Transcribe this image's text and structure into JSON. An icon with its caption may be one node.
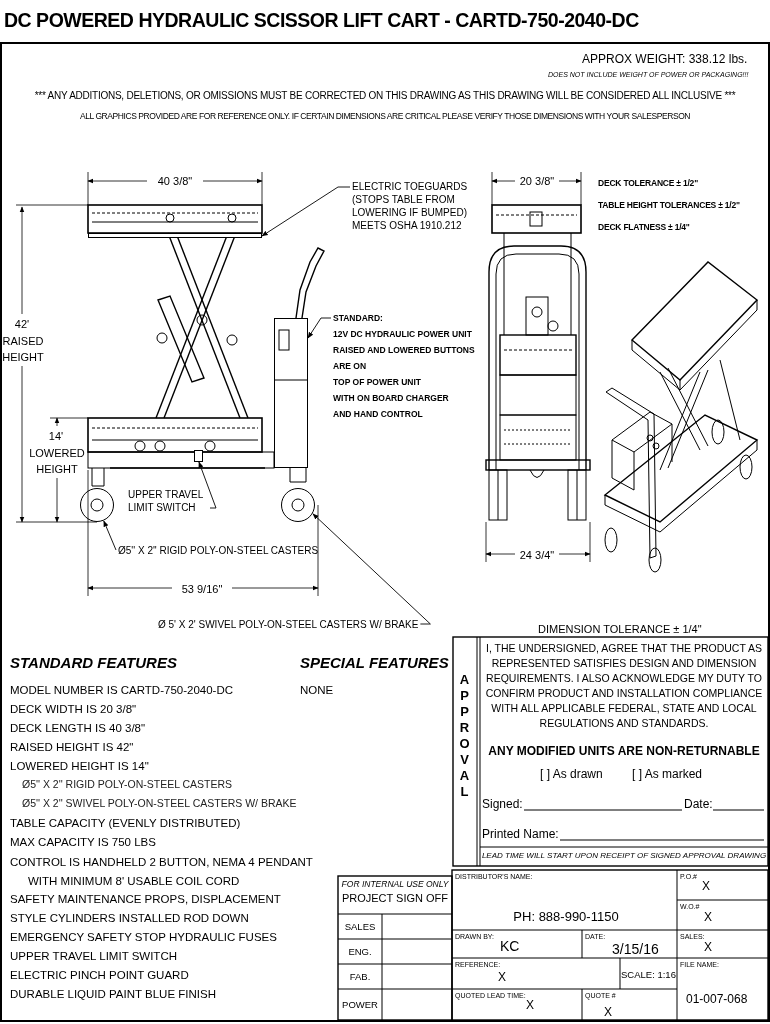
{
  "diagram": {
    "title": "DC POWERED HYDRAULIC SCISSOR LIFT CART - CARTD-750-2040-DC",
    "nodes": [
      {
        "text": [
          "ELECTRIC TOEGUARDS (STOPS TABLE FROM LOWERING IF BUMPED) MEETS OSHA 1910.212"
        ]
      },
      {
        "text": [
          "STANDARD:",
          "12V DC HYDRAULIC POWER UNIT",
          "RAISED AND LOWERED BUTTONS ARE ON",
          "TOP OF POWER UNIT",
          "WITH ON BOARD CHARGER",
          "AND HAND CONTROL"
        ]
      },
      {
        "text": [
          "UPPER TRAVEL LIMIT SWITCH"
        ]
      },
      {
        "text": [
          "Ø5'' X 2'' RIGID POLY-ON-STEEL CASTERS"
        ]
      },
      {
        "text": [
          "Ø 5' X 2' SWIVEL POLY-ON-STEEL CASTERS W/ BRAKE"
        ]
      },
      {
        "text": [],
        "shape": "bar"
      },
      {
        "text": [],
        "shape": "box"
      },
      {
        "text": [],
        "shape": "box"
      },
      {
        "text": [],
        "shape": "circle"
      },
      {
        "text": [],
        "shape": "circle"
      }
    ],
    "edges": [
      {
        "from": 0,
        "to": 5,
        "arrow": "to"
      },
      {
        "from": 1,
        "to": 6,
        "arrow": "to"
      },
      {
        "from": 2,
        "to": 7,
        "arrow": "to"
      },
      {
        "from": 3,
        "to": 8,
        "arrow": "to"
      },
      {
        "from": 4,
        "to": 9,
        "arrow": "to"
      }
    ],
    "labels": [
      "APPROX WEIGHT: 338.12 lbs.",
      "DOES NOT INCLUDE WEIGHT OF POWER OR PACKAGING!!!",
      "*** ANY ADDITIONS, DELETIONS, OR OMISSIONS MUST BE CORRECTED ON THIS DRAWING AS THIS DRAWING WILL BE CONSIDERED ALL INCLUSIVE ***",
      "ALL GRAPHICS PROVIDED ARE FOR REFERENCE ONLY. IF CERTAIN DIMENSIONS ARE CRITICAL PLEASE VERIFY THOSE DIMENSIONS WITH YOUR SALESPERSON",
      "40 3/8\"",
      "20 3/8\"",
      "DECK TOLERANCE ± 1/2\"",
      "TABLE HEIGHT TOLERANCES ± 1/2\"",
      "DECK FLATNESS ± 1/4\"",
      "42'",
      "RAISED HEIGHT",
      "14'",
      "LOWERED HEIGHT",
      "53 9/16\"",
      "24 3/4\"",
      "DIMENSION TOLERANCE ± 1/4\"",
      "STANDARD FEATURES",
      "SPECIAL FEATURES",
      "MODEL NUMBER IS CARTD-750-2040-DC",
      "NONE",
      "DECK WIDTH IS 20 3/8\"",
      "DECK LENGTH IS 40 3/8\"",
      "RAISED HEIGHT IS 42\"",
      "LOWERED HEIGHT IS 14\"",
      "Ø5'' X 2'' RIGID POLY-ON-STEEL CASTERS",
      "Ø5'' X 2'' SWIVEL POLY-ON-STEEL CASTERS W/ BRAKE",
      "TABLE CAPACITY (EVENLY DISTRIBUTED)",
      "MAX CAPACITY IS 750 LBS",
      "CONTROL IS HANDHELD 2 BUTTON, NEMA 4 PENDANT WITH MINIMUM 8' USABLE COIL CORD",
      "SAFETY MAINTENANCE PROPS, DISPLACEMENT",
      "STYLE CYLINDERS INSTALLED ROD DOWN",
      "EMERGENCY SAFETY STOP HYDRAULIC FUSES",
      "UPPER TRAVEL LIMIT SWITCH",
      "ELECTRIC PINCH POINT GUARD",
      "DURABLE LIQUID PAINT BLUE FINISH",
      "APPROVAL",
      "I, THE UNDERSIGNED, AGREE THAT THE PRODUCT AS REPRESENTED SATISFIES DESIGN AND DIMENSION REQUIREMENTS. I ALSO ACKNOWLEDGE MY DUTY TO CONFIRM PRODUCT AND INSTALLATION COMPLIANCE WITH ALL APPLICABLE FEDERAL, STATE AND LOCAL REGULATIONS AND STANDARDS.",
      "ANY MODIFIED UNITS ARE NON-RETURNABLE",
      "[ ] As drawn",
      "[ ] As marked",
      "Signed:",
      "Date:",
      "Printed Name:",
      "LEAD TIME WILL START UPON RECEIPT OF SIGNED APPROVAL DRAWING",
      "FOR INTERNAL USE ONLY",
      "PROJECT SIGN OFF",
      "SALES",
      "ENG.",
      "FAB.",
      "POWER",
      "DISTRIBUTOR'S NAME:",
      "PH: 888-990-1150",
      "P.O.#",
      "X",
      "W.O.#",
      "X",
      "DRAWN BY:",
      "KC",
      "DATE:",
      "3/15/16",
      "SALES:",
      "X",
      "REFERENCE:",
      "X",
      "SCALE: 1:16",
      "FILE NAME:",
      "QUOTED LEAD TIME:",
      "X",
      "QUOTE #",
      "X",
      "01-007-068"
    ]
  }
}
